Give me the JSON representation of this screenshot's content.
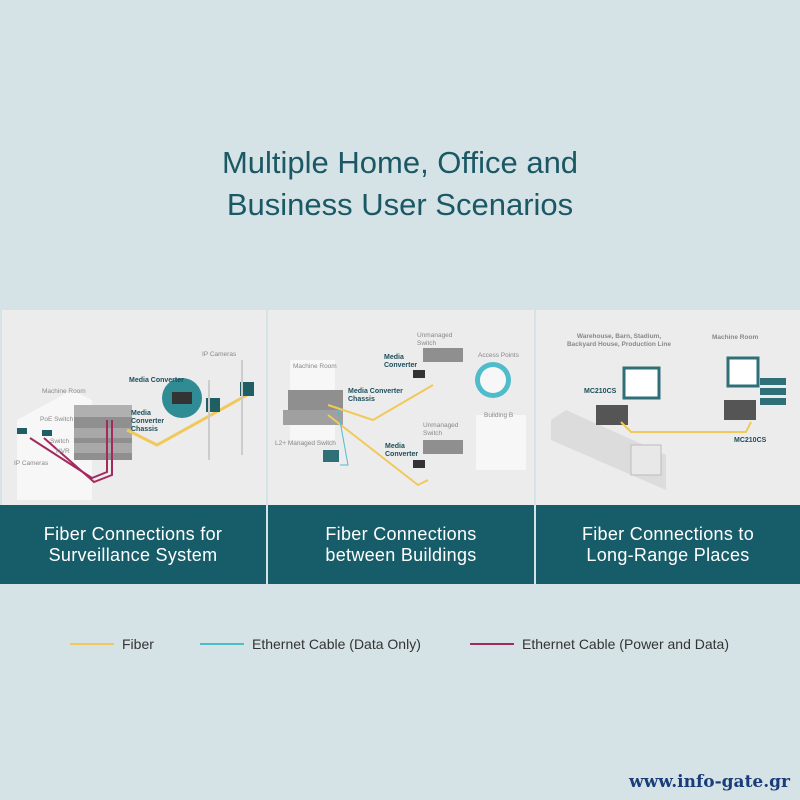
{
  "title": {
    "line1": "Multiple Home, Office and",
    "line2": "Business User Scenarios"
  },
  "panels": [
    {
      "caption1": "Fiber Connections for",
      "caption2": "Surveillance System",
      "labels": {
        "machine_room": "Machine Room",
        "poe_switch": "PoE Switch",
        "switch": "Switch",
        "nvr": "NVR",
        "ip_cameras_left": "IP Cameras",
        "ip_cameras_right": "IP Cameras",
        "media_converter": "Media Converter",
        "chassis": "Media Converter Chassis"
      }
    },
    {
      "caption1": "Fiber Connections",
      "caption2": "between Buildings",
      "labels": {
        "machine_room": "Machine Room",
        "l2_switch": "L2+ Managed Switch",
        "chassis": "Media Converter Chassis",
        "unmanaged_top": "Unmanaged Switch",
        "media_converter_top": "Media Converter",
        "access_points": "Access Points",
        "building_b": "Building B",
        "unmanaged_bottom": "Unmanaged Switch",
        "media_converter_bottom": "Media Converter"
      }
    },
    {
      "caption1": "Fiber Connections to",
      "caption2": "Long-Range Places",
      "labels": {
        "remote_sites": "Warehouse, Barn, Stadium, Backyard House, Production Line",
        "machine_room": "Machine Room",
        "mc_left": "MC210CS",
        "mc_right": "MC210CS"
      }
    }
  ],
  "legend": [
    {
      "label": "Fiber",
      "color": "#f0c95a"
    },
    {
      "label": "Ethernet Cable (Data Only)",
      "color": "#4fbccb"
    },
    {
      "label": "Ethernet Cable (Power and Data)",
      "color": "#a3295e"
    }
  ],
  "watermark": "www.info-gate.gr"
}
